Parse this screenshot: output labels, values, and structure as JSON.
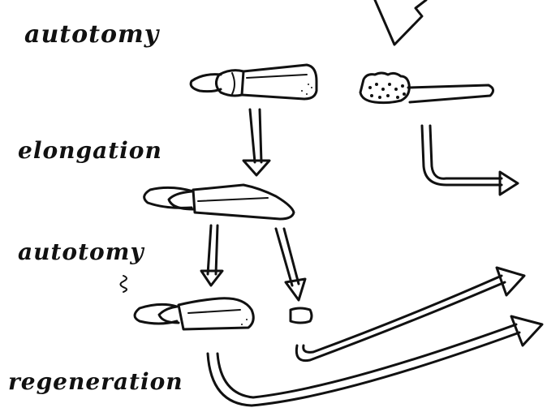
{
  "stages": [
    {
      "label": "autotomy"
    },
    {
      "label": "elongation"
    },
    {
      "label": "autotomy"
    },
    {
      "label": "regeneration"
    }
  ],
  "colors": {
    "ink": "#111111",
    "paper": "#ffffff"
  }
}
